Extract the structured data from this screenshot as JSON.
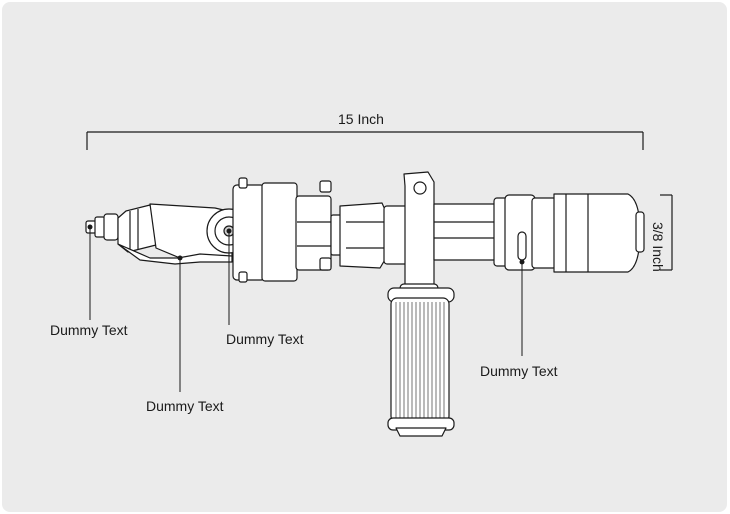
{
  "dimensions": {
    "length": "15 Inch",
    "diameter": "3/8 Inch"
  },
  "callouts": [
    {
      "label": "Dummy Text"
    },
    {
      "label": "Dummy Text"
    },
    {
      "label": "Dummy Text"
    },
    {
      "label": "Dummy Text"
    }
  ],
  "colors": {
    "background": "#ebebeb",
    "stroke": "#1a1a1a",
    "body_fill": "#ffffff"
  }
}
